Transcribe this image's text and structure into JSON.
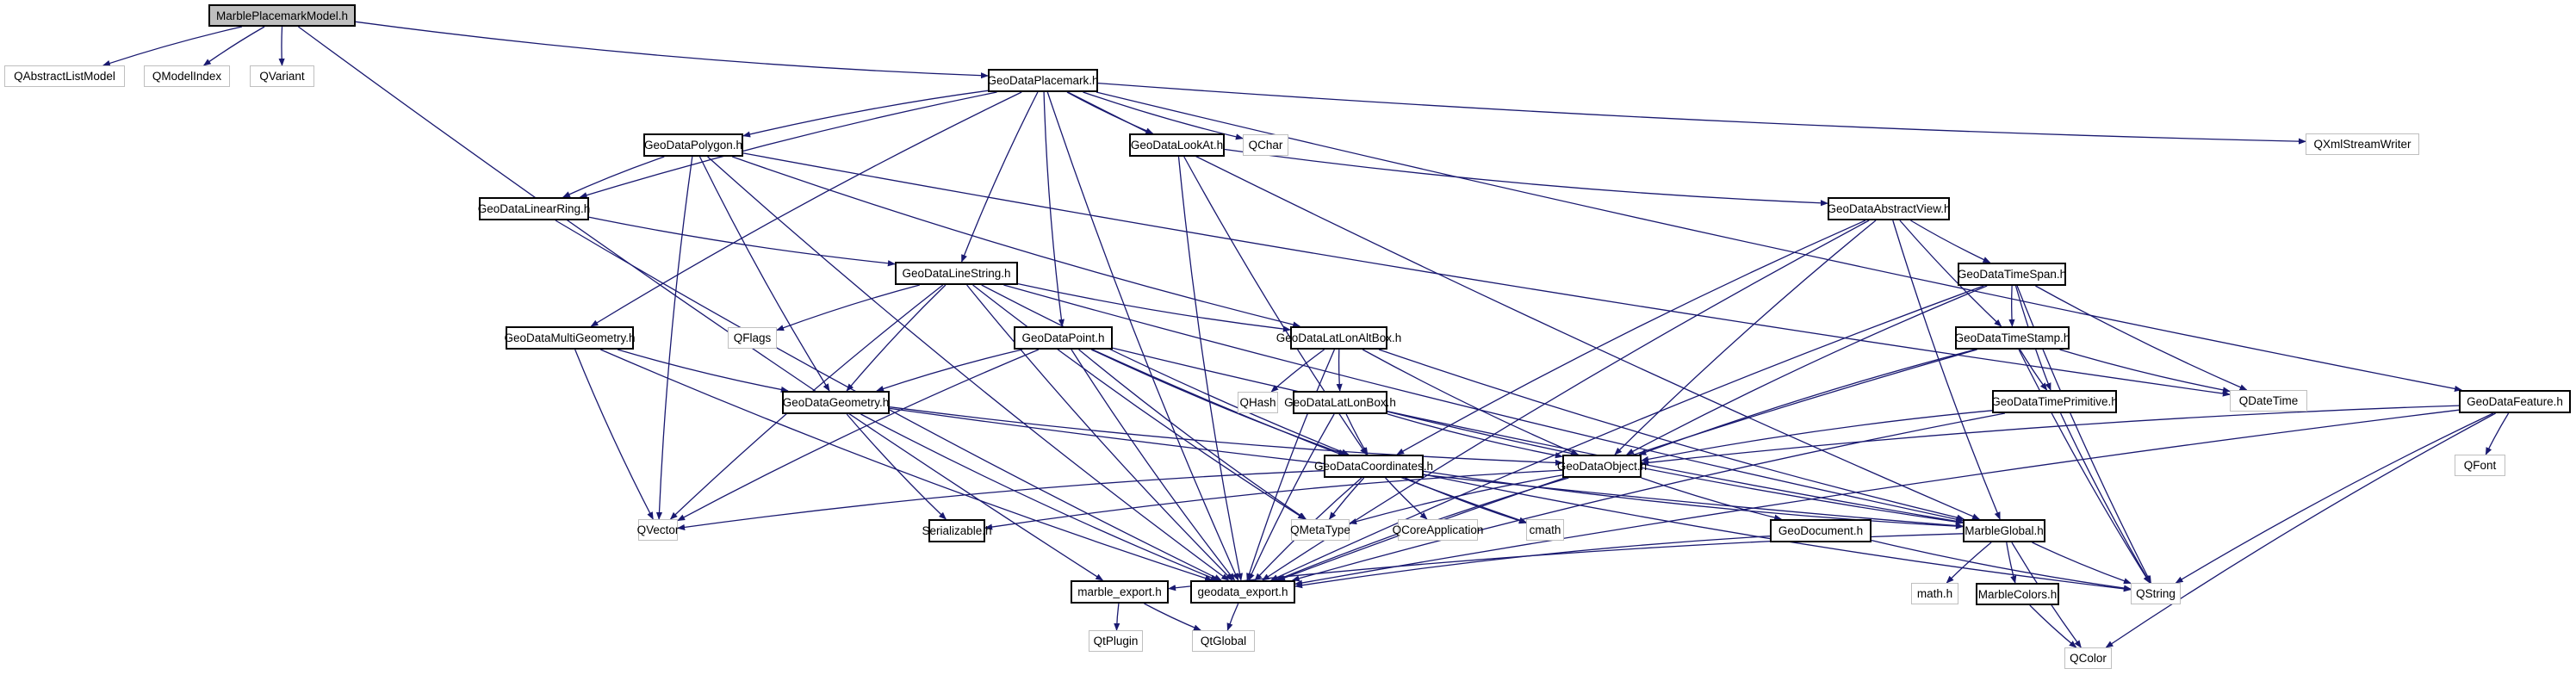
{
  "title": "MarblePlacemarkModel.h",
  "colors": {
    "edge": "#191970",
    "root_fill": "#bfbfbf",
    "project_border": "#000000",
    "external_border": "#bfbfbf"
  },
  "nodes": [
    {
      "id": "MarblePlacemarkModel",
      "label": "MarblePlacemarkModel.h",
      "kind": "root"
    },
    {
      "id": "QAbstractListModel",
      "label": "QAbstractListModel",
      "kind": "external"
    },
    {
      "id": "QModelIndex",
      "label": "QModelIndex",
      "kind": "external"
    },
    {
      "id": "QVariant",
      "label": "QVariant",
      "kind": "external"
    },
    {
      "id": "GeoDataPlacemark",
      "label": "GeoDataPlacemark.h",
      "kind": "project"
    },
    {
      "id": "GeoDataPolygon",
      "label": "GeoDataPolygon.h",
      "kind": "project"
    },
    {
      "id": "GeoDataLookAt",
      "label": "GeoDataLookAt.h",
      "kind": "project"
    },
    {
      "id": "QChar",
      "label": "QChar",
      "kind": "external"
    },
    {
      "id": "QXmlStreamWriter",
      "label": "QXmlStreamWriter",
      "kind": "external"
    },
    {
      "id": "GeoDataLinearRing",
      "label": "GeoDataLinearRing.h",
      "kind": "project"
    },
    {
      "id": "GeoDataAbstractView",
      "label": "GeoDataAbstractView.h",
      "kind": "project"
    },
    {
      "id": "GeoDataLineString",
      "label": "GeoDataLineString.h",
      "kind": "project"
    },
    {
      "id": "GeoDataTimeSpan",
      "label": "GeoDataTimeSpan.h",
      "kind": "project"
    },
    {
      "id": "GeoDataMultiGeometry",
      "label": "GeoDataMultiGeometry.h",
      "kind": "project"
    },
    {
      "id": "QFlags",
      "label": "QFlags",
      "kind": "external"
    },
    {
      "id": "GeoDataPoint",
      "label": "GeoDataPoint.h",
      "kind": "project"
    },
    {
      "id": "GeoDataLatLonAltBox",
      "label": "GeoDataLatLonAltBox.h",
      "kind": "project"
    },
    {
      "id": "GeoDataTimeStamp",
      "label": "GeoDataTimeStamp.h",
      "kind": "project"
    },
    {
      "id": "GeoDataGeometry",
      "label": "GeoDataGeometry.h",
      "kind": "project"
    },
    {
      "id": "QHash",
      "label": "QHash",
      "kind": "external"
    },
    {
      "id": "GeoDataLatLonBox",
      "label": "GeoDataLatLonBox.h",
      "kind": "project"
    },
    {
      "id": "GeoDataTimePrimitive",
      "label": "GeoDataTimePrimitive.h",
      "kind": "project"
    },
    {
      "id": "QDateTime",
      "label": "QDateTime",
      "kind": "external"
    },
    {
      "id": "GeoDataFeature",
      "label": "GeoDataFeature.h",
      "kind": "project"
    },
    {
      "id": "GeoDataCoordinates",
      "label": "GeoDataCoordinates.h",
      "kind": "project"
    },
    {
      "id": "GeoDataObject",
      "label": "GeoDataObject.h",
      "kind": "project"
    },
    {
      "id": "QFont",
      "label": "QFont",
      "kind": "external"
    },
    {
      "id": "QVector",
      "label": "QVector",
      "kind": "external"
    },
    {
      "id": "Serializable",
      "label": "Serializable.h",
      "kind": "project"
    },
    {
      "id": "QMetaType",
      "label": "QMetaType",
      "kind": "external"
    },
    {
      "id": "QCoreApplication",
      "label": "QCoreApplication",
      "kind": "external"
    },
    {
      "id": "cmath",
      "label": "cmath",
      "kind": "external"
    },
    {
      "id": "GeoDocument",
      "label": "GeoDocument.h",
      "kind": "project"
    },
    {
      "id": "MarbleGlobal",
      "label": "MarbleGlobal.h",
      "kind": "project"
    },
    {
      "id": "marble_export",
      "label": "marble_export.h",
      "kind": "project"
    },
    {
      "id": "geodata_export",
      "label": "geodata_export.h",
      "kind": "project"
    },
    {
      "id": "math_h",
      "label": "math.h",
      "kind": "external"
    },
    {
      "id": "MarbleColors",
      "label": "MarbleColors.h",
      "kind": "project"
    },
    {
      "id": "QString",
      "label": "QString",
      "kind": "external"
    },
    {
      "id": "QtPlugin",
      "label": "QtPlugin",
      "kind": "external"
    },
    {
      "id": "QtGlobal",
      "label": "QtGlobal",
      "kind": "external"
    },
    {
      "id": "QColor",
      "label": "QColor",
      "kind": "external"
    }
  ],
  "edges": [
    [
      "MarblePlacemarkModel",
      "QAbstractListModel"
    ],
    [
      "MarblePlacemarkModel",
      "QModelIndex"
    ],
    [
      "MarblePlacemarkModel",
      "QVariant"
    ],
    [
      "MarblePlacemarkModel",
      "GeoDataPlacemark"
    ],
    [
      "MarblePlacemarkModel",
      "marble_export"
    ],
    [
      "GeoDataPlacemark",
      "GeoDataPolygon"
    ],
    [
      "GeoDataPlacemark",
      "GeoDataLookAt"
    ],
    [
      "GeoDataPlacemark",
      "QChar"
    ],
    [
      "GeoDataPlacemark",
      "QXmlStreamWriter"
    ],
    [
      "GeoDataPlacemark",
      "GeoDataFeature"
    ],
    [
      "GeoDataPlacemark",
      "GeoDataLinearRing"
    ],
    [
      "GeoDataPlacemark",
      "GeoDataLineString"
    ],
    [
      "GeoDataPlacemark",
      "GeoDataMultiGeometry"
    ],
    [
      "GeoDataPlacemark",
      "GeoDataPoint"
    ],
    [
      "GeoDataPlacemark",
      "geodata_export"
    ],
    [
      "GeoDataPlacemark",
      "MarbleGlobal"
    ],
    [
      "GeoDataPolygon",
      "GeoDataLinearRing"
    ],
    [
      "GeoDataPolygon",
      "QVector"
    ],
    [
      "GeoDataPolygon",
      "GeoDataGeometry"
    ],
    [
      "GeoDataPolygon",
      "GeoDataLatLonAltBox"
    ],
    [
      "GeoDataPolygon",
      "QDateTime"
    ],
    [
      "GeoDataPolygon",
      "geodata_export"
    ],
    [
      "GeoDataLookAt",
      "GeoDataAbstractView"
    ],
    [
      "GeoDataLookAt",
      "GeoDataCoordinates"
    ],
    [
      "GeoDataLookAt",
      "geodata_export"
    ],
    [
      "GeoDataLinearRing",
      "GeoDataLineString"
    ],
    [
      "GeoDataLinearRing",
      "geodata_export"
    ],
    [
      "GeoDataAbstractView",
      "GeoDataTimeSpan"
    ],
    [
      "GeoDataAbstractView",
      "GeoDataTimeStamp"
    ],
    [
      "GeoDataAbstractView",
      "GeoDataObject"
    ],
    [
      "GeoDataAbstractView",
      "GeoDataCoordinates"
    ],
    [
      "GeoDataAbstractView",
      "MarbleGlobal"
    ],
    [
      "GeoDataAbstractView",
      "geodata_export"
    ],
    [
      "GeoDataLineString",
      "QFlags"
    ],
    [
      "GeoDataLineString",
      "QVector"
    ],
    [
      "GeoDataLineString",
      "GeoDataGeometry"
    ],
    [
      "GeoDataLineString",
      "GeoDataLatLonAltBox"
    ],
    [
      "GeoDataLineString",
      "GeoDataCoordinates"
    ],
    [
      "GeoDataLineString",
      "MarbleGlobal"
    ],
    [
      "GeoDataLineString",
      "QMetaType"
    ],
    [
      "GeoDataLineString",
      "geodata_export"
    ],
    [
      "GeoDataTimeSpan",
      "GeoDataTimeStamp"
    ],
    [
      "GeoDataTimeSpan",
      "GeoDataTimePrimitive"
    ],
    [
      "GeoDataTimeSpan",
      "QDateTime"
    ],
    [
      "GeoDataTimeSpan",
      "GeoDataObject"
    ],
    [
      "GeoDataTimeSpan",
      "QString"
    ],
    [
      "GeoDataTimeSpan",
      "geodata_export"
    ],
    [
      "GeoDataMultiGeometry",
      "GeoDataGeometry"
    ],
    [
      "GeoDataMultiGeometry",
      "QVector"
    ],
    [
      "GeoDataMultiGeometry",
      "geodata_export"
    ],
    [
      "GeoDataPoint",
      "GeoDataGeometry"
    ],
    [
      "GeoDataPoint",
      "GeoDataCoordinates"
    ],
    [
      "GeoDataPoint",
      "QMetaType"
    ],
    [
      "GeoDataPoint",
      "QVector"
    ],
    [
      "GeoDataPoint",
      "cmath"
    ],
    [
      "GeoDataPoint",
      "MarbleGlobal"
    ],
    [
      "GeoDataPoint",
      "geodata_export"
    ],
    [
      "GeoDataLatLonAltBox",
      "QHash"
    ],
    [
      "GeoDataLatLonAltBox",
      "GeoDataLatLonBox"
    ],
    [
      "GeoDataLatLonAltBox",
      "GeoDataObject"
    ],
    [
      "GeoDataLatLonAltBox",
      "MarbleGlobal"
    ],
    [
      "GeoDataLatLonAltBox",
      "geodata_export"
    ],
    [
      "GeoDataTimeStamp",
      "GeoDataTimePrimitive"
    ],
    [
      "GeoDataTimeStamp",
      "QDateTime"
    ],
    [
      "GeoDataTimeStamp",
      "GeoDataObject"
    ],
    [
      "GeoDataTimeStamp",
      "QString"
    ],
    [
      "GeoDataTimeStamp",
      "geodata_export"
    ],
    [
      "GeoDataGeometry",
      "GeoDataObject"
    ],
    [
      "GeoDataGeometry",
      "MarbleGlobal"
    ],
    [
      "GeoDataGeometry",
      "Serializable"
    ],
    [
      "GeoDataGeometry",
      "geodata_export"
    ],
    [
      "GeoDataLatLonBox",
      "GeoDataCoordinates"
    ],
    [
      "GeoDataLatLonBox",
      "GeoDataObject"
    ],
    [
      "GeoDataLatLonBox",
      "MarbleGlobal"
    ],
    [
      "GeoDataLatLonBox",
      "geodata_export"
    ],
    [
      "GeoDataTimePrimitive",
      "GeoDataObject"
    ],
    [
      "GeoDataTimePrimitive",
      "QString"
    ],
    [
      "GeoDataTimePrimitive",
      "geodata_export"
    ],
    [
      "GeoDataFeature",
      "GeoDataObject"
    ],
    [
      "GeoDataFeature",
      "QFont"
    ],
    [
      "GeoDataFeature",
      "QString"
    ],
    [
      "GeoDataFeature",
      "QColor"
    ],
    [
      "GeoDataFeature",
      "geodata_export"
    ],
    [
      "GeoDataCoordinates",
      "QVector"
    ],
    [
      "GeoDataCoordinates",
      "QMetaType"
    ],
    [
      "GeoDataCoordinates",
      "QCoreApplication"
    ],
    [
      "GeoDataCoordinates",
      "cmath"
    ],
    [
      "GeoDataCoordinates",
      "MarbleGlobal"
    ],
    [
      "GeoDataCoordinates",
      "QString"
    ],
    [
      "GeoDataCoordinates",
      "geodata_export"
    ],
    [
      "GeoDataObject",
      "GeoDocument"
    ],
    [
      "GeoDataObject",
      "Serializable"
    ],
    [
      "GeoDataObject",
      "QMetaType"
    ],
    [
      "GeoDataObject",
      "geodata_export"
    ],
    [
      "GeoDocument",
      "QString"
    ],
    [
      "GeoDocument",
      "geodata_export"
    ],
    [
      "MarbleGlobal",
      "math_h"
    ],
    [
      "MarbleGlobal",
      "MarbleColors"
    ],
    [
      "MarbleGlobal",
      "QString"
    ],
    [
      "MarbleGlobal",
      "QColor"
    ],
    [
      "MarbleGlobal",
      "marble_export"
    ],
    [
      "MarbleColors",
      "QColor"
    ],
    [
      "marble_export",
      "QtPlugin"
    ],
    [
      "marble_export",
      "QtGlobal"
    ],
    [
      "geodata_export",
      "QtGlobal"
    ]
  ]
}
